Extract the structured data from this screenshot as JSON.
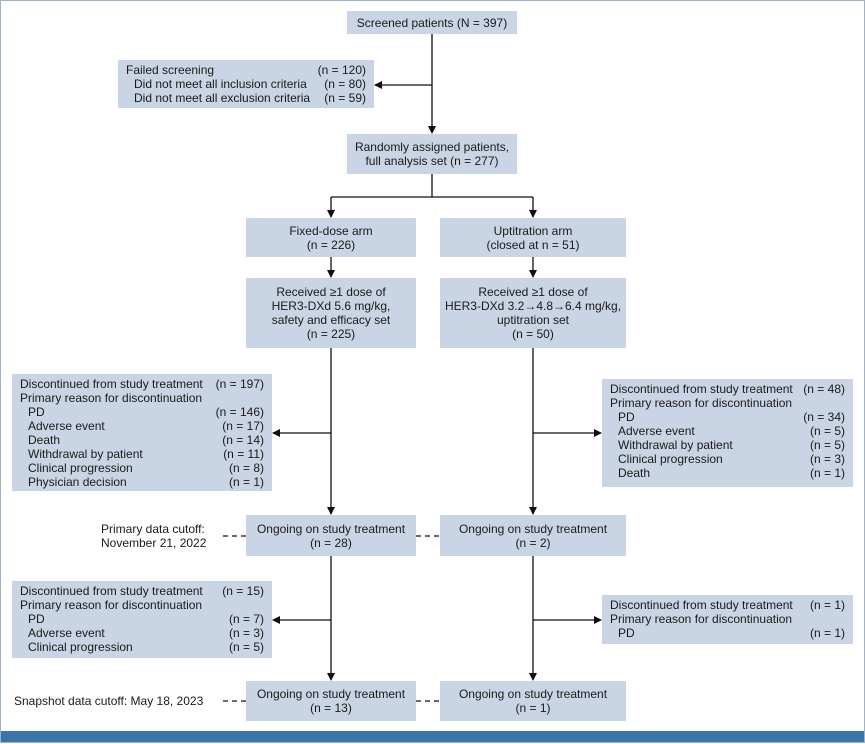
{
  "screened": {
    "line1": "Screened patients (N = 397)"
  },
  "failed": {
    "rows": [
      {
        "label": "Failed screening",
        "n": "(n = 120)"
      },
      {
        "label": "Did not meet all inclusion criteria",
        "n": "(n = 80)"
      },
      {
        "label": "Did not meet all exclusion criteria",
        "n": "(n = 59)"
      }
    ]
  },
  "randomized": {
    "line1": "Randomly assigned patients,",
    "line2": "full analysis set (n = 277)"
  },
  "fixed_arm": {
    "line1": "Fixed-dose arm",
    "line2": "(n = 226)"
  },
  "uptitration_arm": {
    "line1": "Uptitration arm",
    "line2": "(closed at n = 51)"
  },
  "fixed_dose_set": {
    "line1": "Received ≥1 dose of",
    "line2": "HER3-DXd 5.6 mg/kg,",
    "line3": "safety and efficacy set",
    "line4": "(n = 225)"
  },
  "uptitration_set": {
    "line1": "Received ≥1 dose of",
    "line2": "HER3-DXd 3.2→4.8→6.4 mg/kg,",
    "line3": "uptitration set",
    "line4": "(n = 50)"
  },
  "disc_left_1": {
    "title": {
      "label": "Discontinued from study treatment",
      "n": "(n = 197)"
    },
    "subtitle": "Primary reason for discontinuation",
    "rows": [
      {
        "label": "PD",
        "n": "(n = 146)"
      },
      {
        "label": "Adverse event",
        "n": "(n = 17)"
      },
      {
        "label": "Death",
        "n": "(n = 14)"
      },
      {
        "label": "Withdrawal by patient",
        "n": "(n = 11)"
      },
      {
        "label": "Clinical progression",
        "n": "(n = 8)"
      },
      {
        "label": "Physician decision",
        "n": "(n = 1)"
      }
    ]
  },
  "disc_right_1": {
    "title": {
      "label": "Discontinued from study treatment",
      "n": "(n = 48)"
    },
    "subtitle": "Primary reason for discontinuation",
    "rows": [
      {
        "label": "PD",
        "n": "(n = 34)"
      },
      {
        "label": "Adverse event",
        "n": "(n = 5)"
      },
      {
        "label": "Withdrawal by patient",
        "n": "(n = 5)"
      },
      {
        "label": "Clinical progression",
        "n": "(n = 3)"
      },
      {
        "label": "Death",
        "n": "(n = 1)"
      }
    ]
  },
  "primary_cutoff": {
    "line1": "Primary data cutoff:",
    "line2": "November 21, 2022"
  },
  "ongoing_left_1": {
    "line1": "Ongoing on study treatment",
    "line2": "(n = 28)"
  },
  "ongoing_right_1": {
    "line1": "Ongoing on study treatment",
    "line2": "(n = 2)"
  },
  "disc_left_2": {
    "title": {
      "label": "Discontinued from study treatment",
      "n": "(n = 15)"
    },
    "subtitle": "Primary reason for discontinuation",
    "rows": [
      {
        "label": "PD",
        "n": "(n = 7)"
      },
      {
        "label": "Adverse event",
        "n": "(n = 3)"
      },
      {
        "label": "Clinical progression",
        "n": "(n = 5)"
      }
    ]
  },
  "disc_right_2": {
    "title": {
      "label": "Discontinued from study treatment",
      "n": "(n = 1)"
    },
    "subtitle": "Primary reason for discontinuation",
    "rows": [
      {
        "label": "PD",
        "n": "(n = 1)"
      }
    ]
  },
  "snapshot_cutoff": {
    "line1": "Snapshot data cutoff: May 18, 2023"
  },
  "ongoing_left_2": {
    "line1": "Ongoing on study treatment",
    "line2": "(n = 13)"
  },
  "ongoing_right_2": {
    "line1": "Ongoing on study treatment",
    "line2": "(n = 1)"
  },
  "colors": {
    "box_fill": "#c9d5e4",
    "line": "#111111",
    "bottom_bar": "#3b74a8"
  }
}
